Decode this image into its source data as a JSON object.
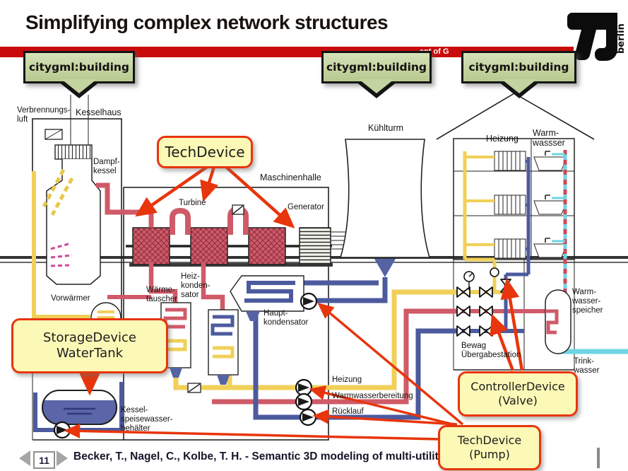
{
  "slide": {
    "title": "Simplifying complex network structures",
    "banner_fragment": "ent of G",
    "logo_berlin": "berlin"
  },
  "callouts": {
    "building": "citygml:building",
    "techdevice": "TechDevice",
    "storage": "StorageDevice\nWaterTank",
    "controller": "ControllerDevice\n(Valve)",
    "pump": "TechDevice\n(Pump)"
  },
  "labels": {
    "verbrennungsluft": "Verbrennungs-\nluft",
    "kesselhaus": "Kesselhaus",
    "dampfkessel": "Dampf-\nkessel",
    "vorwaermer": "Vorwärmer",
    "maschinenhalle": "Maschinenhalle",
    "turbine": "Turbine",
    "generator": "Generator",
    "kuehlturm": "Kühlturm",
    "waermetauscher": "Wärme-\ntauscher",
    "heizkondensator": "Heiz-\nkonden-\nsator",
    "hauptkondensator": "Haupt-\nkondensator",
    "heizung_house": "Heizung",
    "warmwasser_house": "Warm-\nwassser",
    "heizung_run": "Heizung",
    "warmwasserbereitung": "Warmwasserbereitung",
    "ruecklauf": "Rücklauf",
    "kesselspeisewasser": "Kessel-\nspeisewasser-\nbehälter",
    "bewag": "Bewag\nÜbergabestation",
    "warmwasserspeicher": "Warm-\nwasser-\nspeicher",
    "trinkwasser": "Trink-\nwasser"
  },
  "footer": {
    "page": "11",
    "citation": "Becker, T., Nagel, C., Kolbe, T. H.  - Semantic 3D modeling of multi-utility"
  },
  "colors": {
    "banner_red": "#c90b0b",
    "callout_green": "#c3d4a0",
    "callout_yellow": "#fcf8b6",
    "callout_border_red": "#e8350c",
    "pipe_red": "#cf5a68",
    "pipe_yellow": "#f0d058",
    "pipe_blue": "#4c5a9e",
    "pipe_cyan": "#6fd4e4",
    "arrow_red": "#e8350c",
    "logo_black": "#0c0c0c"
  }
}
